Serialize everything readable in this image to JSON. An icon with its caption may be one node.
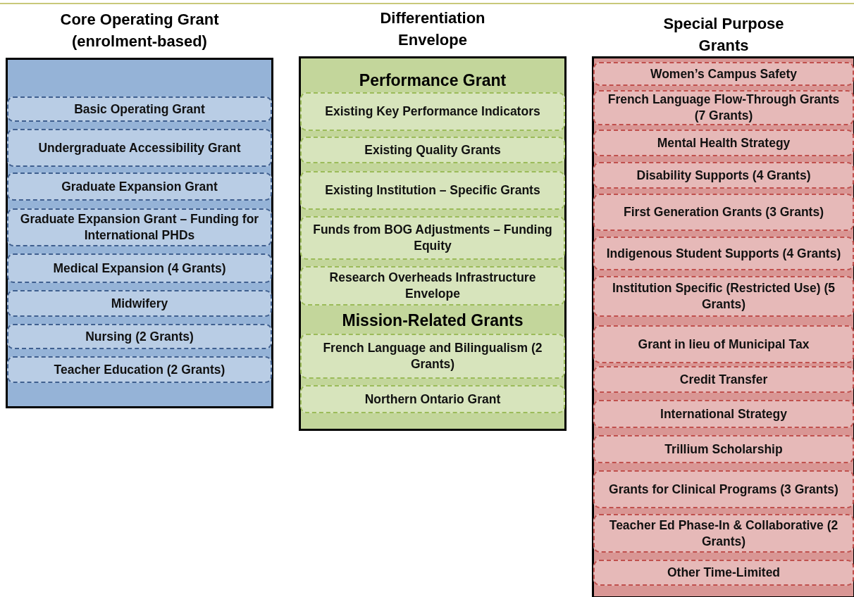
{
  "diagram": {
    "nodes": [
      {
        "text": [
          "Core Operating Grant (enrolment-based)"
        ]
      },
      {
        "text": [
          "Basic Operating Grant"
        ],
        "in": 0
      },
      {
        "text": [
          "Undergraduate Accessibility Grant"
        ],
        "in": 0
      },
      {
        "text": [
          "Graduate Expansion Grant"
        ],
        "in": 0
      },
      {
        "text": [
          "Graduate Expansion Grant – Funding for International PHDs"
        ],
        "in": 0
      },
      {
        "text": [
          "Medical Expansion (4 Grants)"
        ],
        "in": 0
      },
      {
        "text": [
          "Midwifery"
        ],
        "in": 0
      },
      {
        "text": [
          "Nursing (2 Grants)"
        ],
        "in": 0
      },
      {
        "text": [
          "Teacher Education (2 Grants)"
        ],
        "in": 0
      },
      {
        "text": [
          "Differentiation Envelope",
          "Performance Grant",
          "Mission-Related Grants"
        ]
      },
      {
        "text": [
          "Existing Key Performance Indicators"
        ],
        "in": 9
      },
      {
        "text": [
          "Existing Quality Grants"
        ],
        "in": 9
      },
      {
        "text": [
          "Existing Institution – Specific Grants"
        ],
        "in": 9
      },
      {
        "text": [
          "Funds from BOG Adjustments – Funding Equity"
        ],
        "in": 9
      },
      {
        "text": [
          "Research Overheads Infrastructure Envelope"
        ],
        "in": 9
      },
      {
        "text": [
          "French Language and Bilingualism (2 Grants)"
        ],
        "in": 9
      },
      {
        "text": [
          "Northern Ontario Grant"
        ],
        "in": 9
      },
      {
        "text": [
          "Special Purpose Grants"
        ]
      },
      {
        "text": [
          "Women’s Campus Safety"
        ],
        "in": 17
      },
      {
        "text": [
          "French Language Flow-Through Grants (7 Grants)"
        ],
        "in": 17
      },
      {
        "text": [
          "Mental Health Strategy"
        ],
        "in": 17
      },
      {
        "text": [
          "Disability Supports (4 Grants)"
        ],
        "in": 17
      },
      {
        "text": [
          "First Generation Grants (3 Grants)"
        ],
        "in": 17
      },
      {
        "text": [
          "Indigenous Student Supports (4 Grants)"
        ],
        "in": 17
      },
      {
        "text": [
          "Institution Specific (Restricted Use) (5 Grants)"
        ],
        "in": 17
      },
      {
        "text": [
          "Grant in lieu of Municipal Tax"
        ],
        "in": 17
      },
      {
        "text": [
          "Credit Transfer"
        ],
        "in": 17
      },
      {
        "text": [
          "International Strategy"
        ],
        "in": 17
      },
      {
        "text": [
          "Trillium Scholarship"
        ],
        "in": 17
      },
      {
        "text": [
          "Grants for Clinical Programs (3 Grants)"
        ],
        "in": 17
      },
      {
        "text": [
          "Teacher Ed Phase-In & Collaborative (2 Grants)"
        ],
        "in": 17
      },
      {
        "text": [
          "Other Time-Limited"
        ],
        "in": 17
      }
    ]
  }
}
